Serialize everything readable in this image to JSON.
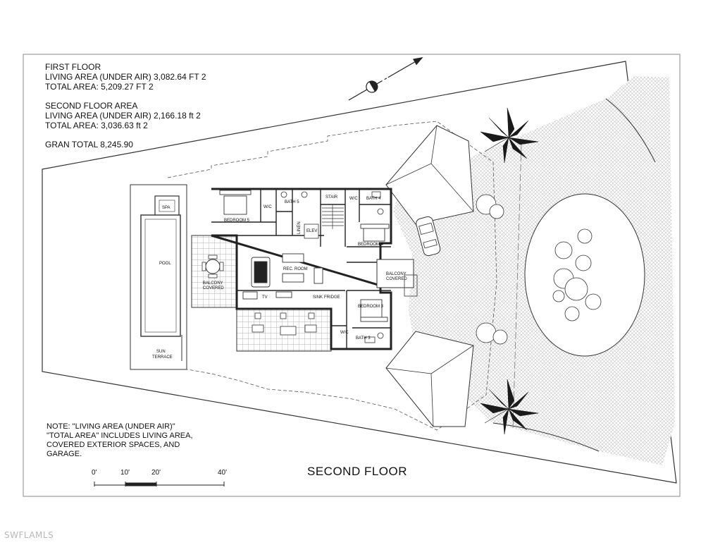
{
  "area_notes": {
    "first_floor_title": "FIRST FLOOR",
    "first_floor_living": "LIVING AREA (UNDER AIR) 3,082.64 FT 2",
    "first_floor_total": "TOTAL AREA:  5,209.27 FT 2",
    "second_floor_title": "SECOND FLOOR AREA",
    "second_floor_living": "LIVING AREA (UNDER AIR) 2,166.18 ft 2",
    "second_floor_total": "TOTAL AREA:  3,036.63 ft 2",
    "grand_total": "GRAN TOTAL 8,245.90"
  },
  "note": {
    "line1": "NOTE: \"LIVING AREA (UNDER AIR)\"",
    "line2": "\"TOTAL AREA\" INCLUDES LIVING AREA,",
    "line3": "COVERED EXTERIOR SPACES, AND",
    "line4": "GARAGE."
  },
  "drawing_title": "SECOND FLOOR",
  "scale_labels": [
    "0'",
    "10'",
    "20'",
    "40'"
  ],
  "north_arrow_label": "N",
  "watermark": "SWFLAMLS",
  "rooms": {
    "spa": "SPA",
    "pool": "POOL",
    "balcony_left_1": "BALCONY",
    "balcony_left_2": "COVERED",
    "sun_terrace_1": "SUN",
    "sun_terrace_2": "TERRACE",
    "bedroom5": "BEDROOM 5",
    "wic_top": "W/C",
    "bath5": "BATH 5",
    "stair": "STAIR",
    "wic_right": "W/C",
    "bath4": "BATH 4",
    "linen": "LINEN",
    "elev": "ELEV",
    "bedroom4": "BEDROOM 4",
    "rec_room": "REC. ROOM",
    "balcony_right_1": "BALCONY",
    "balcony_right_2": "COVERED",
    "tv": "TV",
    "sink": "SINK",
    "fridge": "FRIDGE",
    "bedroom3": "BEDROOM 3",
    "wic_bottom": "W/C",
    "bath3": "BATH 3"
  }
}
